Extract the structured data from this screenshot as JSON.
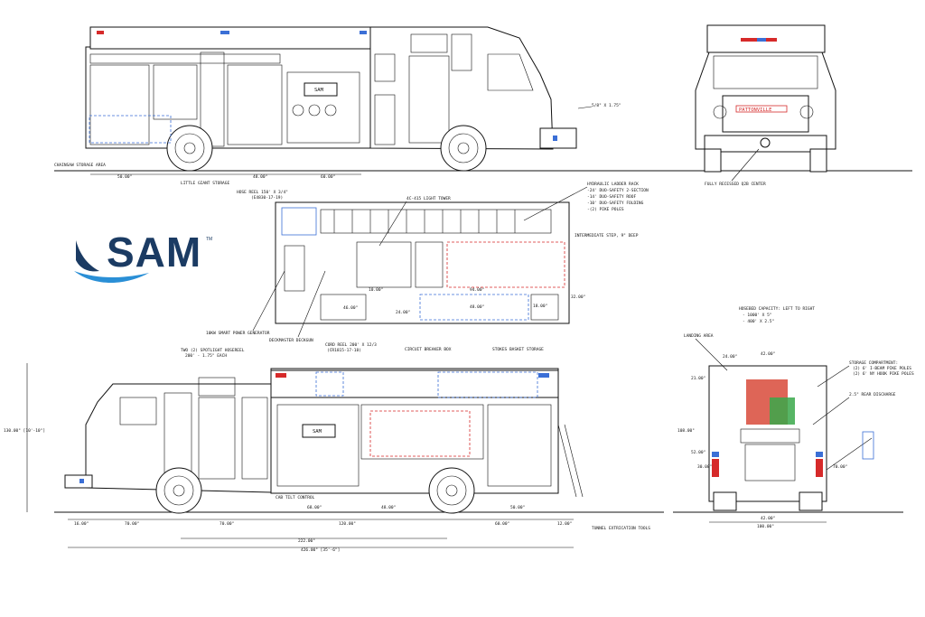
{
  "logo": {
    "text": "SAM",
    "tm": "TM",
    "color": "#1b3b63",
    "swoosh_color": "#2a8fd6"
  },
  "colors": {
    "light_blue": "#3b6fd6",
    "red_light": "#d62a2a",
    "storage_red": "#d84a3a",
    "storage_green": "#3aa84a"
  },
  "side_top": {
    "pump_label": "SAM",
    "notes": {
      "chainsaw": "CHAINSAW STORAGE AREA",
      "little_giant": "LITTLE GIANT STORAGE",
      "hose_size": "5/8\" X 1.75\""
    },
    "dims": [
      "50.00\"",
      "48.00\"",
      "60.00\""
    ]
  },
  "front": {
    "name_plate": "PATTONVILLE",
    "recessed": "FULLY RECESSED Q2B CENTER"
  },
  "plan": {
    "hose_reel": "HOSE REEL 150' X 3/4\"",
    "hose_reel_sub": "(E4830-17-19)",
    "light_tower": "4C-415 LIGHT TOWER",
    "ladder_rack": [
      "HYDRAULIC LADDER RACK",
      "-24' DUO-SAFETY 2-SECTION",
      "-14' DUO-SAFETY ROOF",
      "-10' DUO-SAFETY FOLDING",
      "-(2) PIKE POLES"
    ],
    "step": "INTERMEDIATE STEP, 9\" DEEP",
    "generator": "10KW SMART POWER GENERATOR",
    "deck_gun": "DECKMASTER DECKGUN",
    "dims": [
      "46.00\"",
      "24.00\"",
      "48.00\"",
      "94.00\"",
      "18.00\"",
      "10.00\"",
      "32.00\""
    ]
  },
  "side_bottom": {
    "pump_label": "SAM",
    "notes": {
      "spotlights": "TWO (2) SPOTLIGHT HOSEREEL",
      "spotlights_sub": "200' - 1.75\" EACH",
      "cord_reel": "CORD REEL 200' X 12/3",
      "cord_reel_sub": "(CR1815-17-18)",
      "breaker": "CIRCUIT BREAKER BOX",
      "basket": "STOKES BASKET STORAGE",
      "tilt": "CAB TILT CONTROL",
      "extrication": "TUNNEL EXTRICATION TOOLS",
      "height": "130.00\" [10'-10\"]"
    },
    "dims": [
      "16.00\"",
      "70.00\"",
      "70.00\"",
      "120.00\"",
      "60.00\"",
      "12.00\"",
      "68.00\"",
      "48.00\"",
      "50.00\"",
      "222.00\"",
      "426.00\" [35'-6\"]"
    ]
  },
  "rear": {
    "landing": "LANDING AREA",
    "hosebed": [
      "HOSEBED CAPACITY: LEFT TO RIGHT",
      "- 1000' X 5\"",
      "- 400' X 2.5\""
    ],
    "storage": [
      "STORAGE COMPARTMENT:",
      "(2) 6' I-BEAM PIKE POLES",
      "(2) 6' NY HOOK PIKE POLES"
    ],
    "discharge": "2.5\" REAR DISCHARGE",
    "dims": [
      "24.00\"",
      "42.00\"",
      "21.00\"",
      "108.00\"",
      "52.00\"",
      "30.00\"",
      "70.00\"",
      "42.00\"",
      "100.00\""
    ]
  }
}
